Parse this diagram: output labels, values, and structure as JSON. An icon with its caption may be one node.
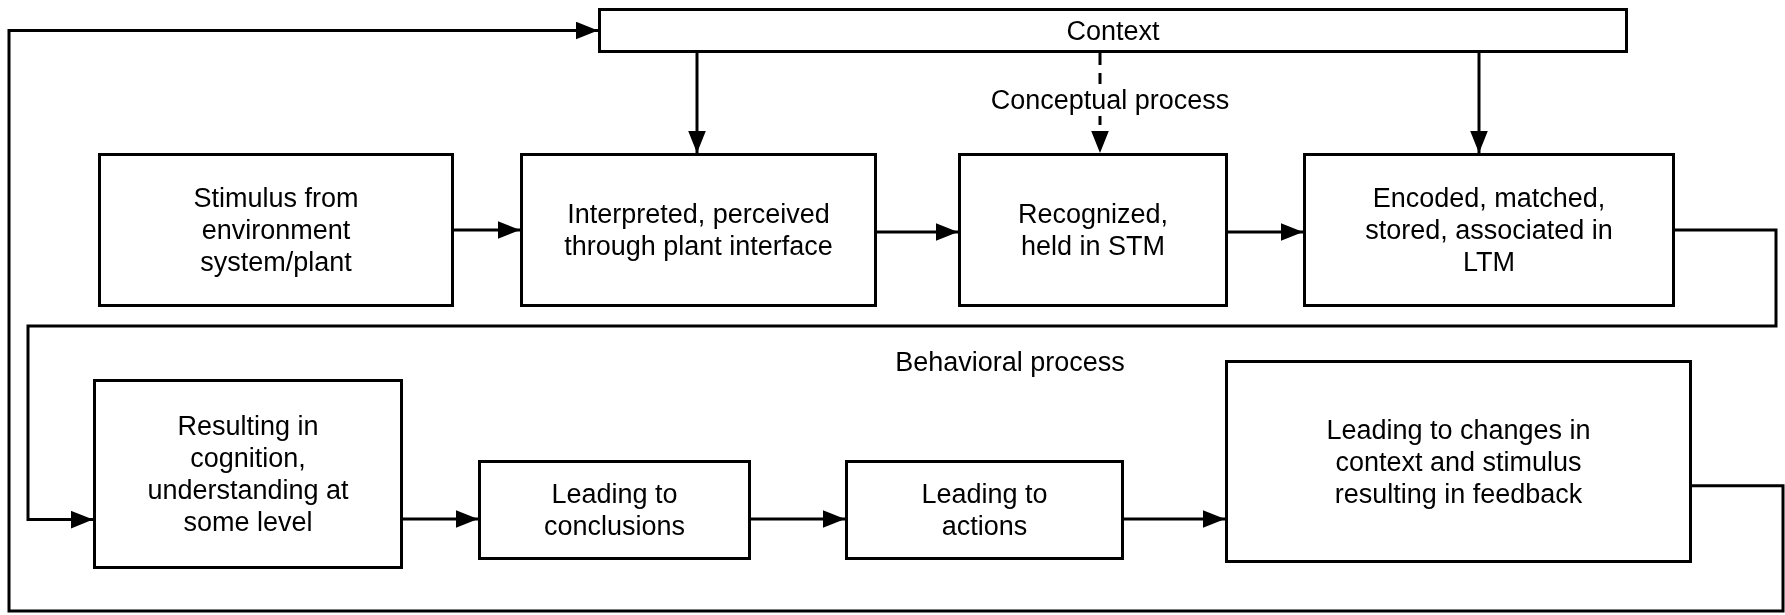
{
  "diagram": {
    "nodes": [
      {
        "text": [
          "Context"
        ]
      },
      {
        "text": [
          "Stimulus from environment system/plant"
        ]
      },
      {
        "text": [
          "Interpreted, perceived through plant interface"
        ]
      },
      {
        "text": [
          "Recognized, held in STM"
        ]
      },
      {
        "text": [
          "Encoded, matched, stored, associated in LTM"
        ]
      },
      {
        "text": [
          "Resulting in cognition, understanding at some level"
        ]
      },
      {
        "text": [
          "Leading to conclusions"
        ]
      },
      {
        "text": [
          "Leading to actions"
        ]
      },
      {
        "text": [
          "Leading to changes in context and stimulus resulting in feedback"
        ]
      }
    ],
    "edges": [
      {
        "from": 0,
        "to": 2,
        "arrow": "to"
      },
      {
        "from": 0,
        "to": 3,
        "arrow": "to",
        "style": "dashed"
      },
      {
        "from": 0,
        "to": 4,
        "arrow": "to"
      },
      {
        "from": 1,
        "to": 2,
        "arrow": "to"
      },
      {
        "from": 2,
        "to": 3,
        "arrow": "to"
      },
      {
        "from": 3,
        "to": 4,
        "arrow": "to"
      },
      {
        "from": 4,
        "to": 5,
        "arrow": "to"
      },
      {
        "from": 5,
        "to": 6,
        "arrow": "to"
      },
      {
        "from": 6,
        "to": 7,
        "arrow": "to"
      },
      {
        "from": 7,
        "to": 8,
        "arrow": "to"
      },
      {
        "from": 8,
        "to": 0,
        "arrow": "to"
      }
    ],
    "labels": [
      "Conceptual process",
      "Behavioral process"
    ]
  }
}
